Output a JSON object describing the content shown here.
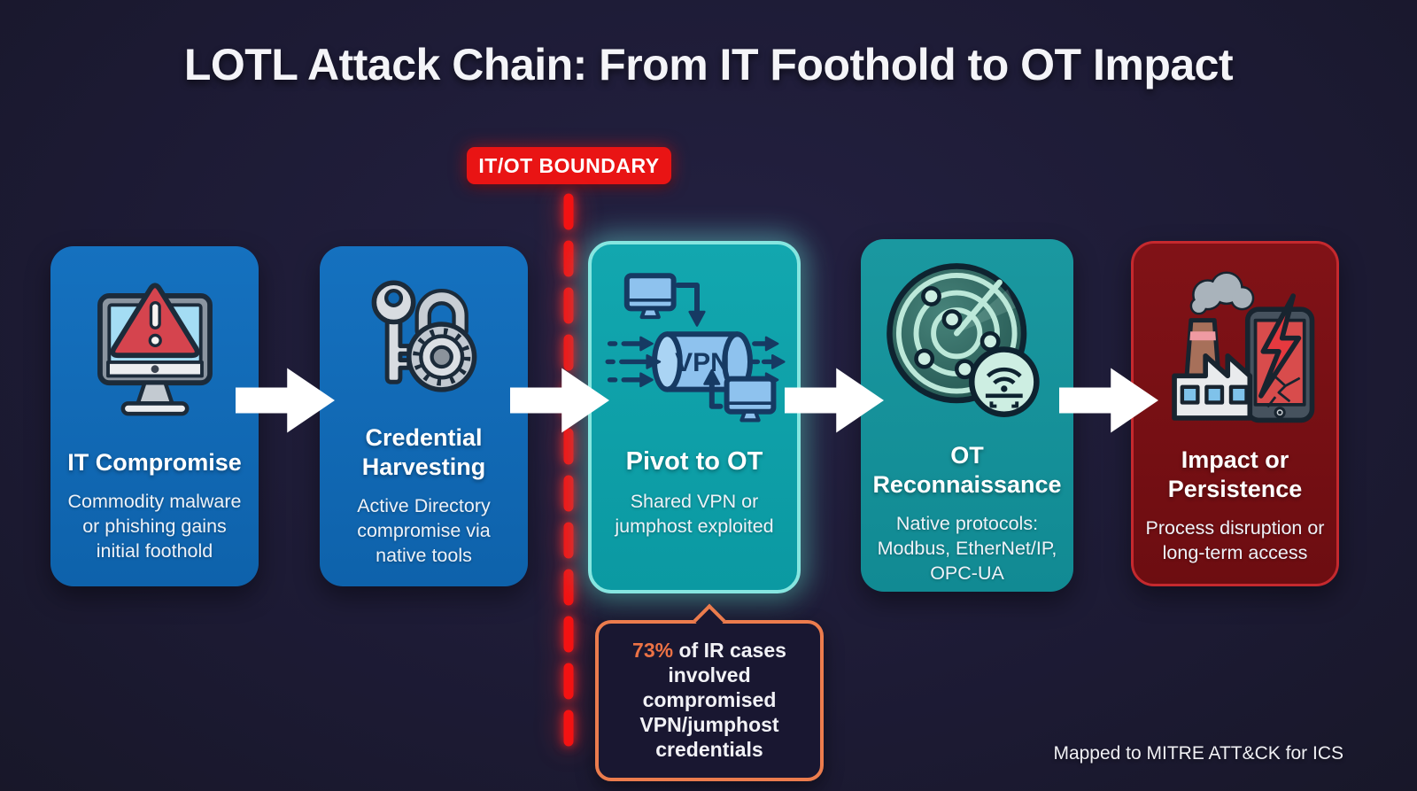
{
  "title": "LOTL Attack Chain: From IT Foothold to OT Impact",
  "boundary_label": "IT/OT BOUNDARY",
  "stages": [
    {
      "title": "IT Compromise",
      "description": "Commodity malware or phishing gains initial foothold",
      "icon": "monitor-warning-icon",
      "zone": "IT"
    },
    {
      "title": "Credential Harvesting",
      "description": "Active Directory compromise via native tools",
      "icon": "key-lock-icon",
      "zone": "IT"
    },
    {
      "title": "Pivot to OT",
      "description": "Shared VPN or jumphost exploited",
      "icon": "vpn-tunnel-icon",
      "zone": "OT",
      "highlighted": true
    },
    {
      "title": "OT Reconnaissance",
      "description": "Native protocols: Modbus, EtherNet/IP, OPC-UA",
      "icon": "radar-icon",
      "zone": "OT"
    },
    {
      "title": "Impact or Persistence",
      "description": "Process disruption or long-term access",
      "icon": "factory-damage-icon",
      "zone": "OT"
    }
  ],
  "icons": {
    "vpn_label": "VPN"
  },
  "callout": {
    "stat": "73%",
    "text": "of IR cases involved compromised VPN/jumphost credentials"
  },
  "footer_note": "Mapped to MITRE ATT&CK for ICS",
  "colors": {
    "background": "#1d1b34",
    "it_card_blue": "#1066b2",
    "ot_card_teal_highlight": "#0fa2aa",
    "ot_card_teal": "#15939b",
    "impact_card_red": "#791015",
    "impact_border_red": "#c5292e",
    "boundary_red": "#ee1414",
    "highlight_glow_cyan": "#86e6e0",
    "callout_accent_orange": "#ec7c4d",
    "arrow_white": "#ffffff"
  }
}
